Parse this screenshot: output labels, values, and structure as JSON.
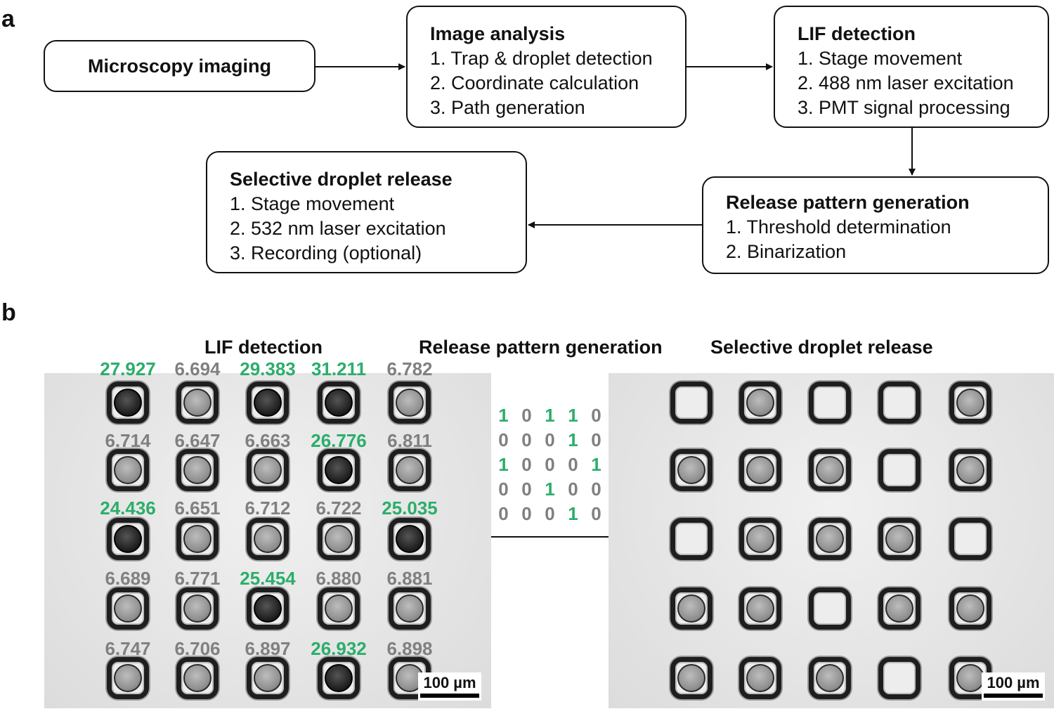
{
  "panel_a": {
    "label": "a",
    "microscopy": {
      "title": "Microscopy imaging"
    },
    "image_analysis": {
      "title": "Image analysis",
      "steps": [
        "1. Trap & droplet detection",
        "2. Coordinate calculation",
        "3. Path generation"
      ]
    },
    "lif_detection": {
      "title": "LIF detection",
      "steps": [
        "1. Stage movement",
        "2. 488 nm laser excitation",
        "3. PMT signal processing"
      ]
    },
    "release_pattern": {
      "title": "Release pattern generation",
      "steps": [
        "1. Threshold determination",
        "2. Binarization"
      ]
    },
    "selective_release": {
      "title": "Selective droplet release",
      "steps": [
        "1. Stage movement",
        "2. 532 nm laser excitation",
        "3. Recording (optional)"
      ]
    }
  },
  "panel_b": {
    "label": "b",
    "lif_title": "LIF detection",
    "pattern_title": "Release pattern generation",
    "release_title": "Selective droplet release",
    "lif_values": [
      [
        "27.927",
        "6.694",
        "29.383",
        "31.211",
        "6.782"
      ],
      [
        "6.714",
        "6.647",
        "6.663",
        "26.776",
        "6.811"
      ],
      [
        "24.436",
        "6.651",
        "6.712",
        "6.722",
        "25.035"
      ],
      [
        "6.689",
        "6.771",
        "25.454",
        "6.880",
        "6.881"
      ],
      [
        "6.747",
        "6.706",
        "6.897",
        "26.932",
        "6.898"
      ]
    ],
    "binary_pattern": [
      [
        "1",
        "0",
        "1",
        "1",
        "0"
      ],
      [
        "0",
        "0",
        "0",
        "1",
        "0"
      ],
      [
        "1",
        "0",
        "0",
        "0",
        "1"
      ],
      [
        "0",
        "0",
        "1",
        "0",
        "0"
      ],
      [
        "0",
        "0",
        "0",
        "1",
        "0"
      ]
    ],
    "scale_bar_left": "100 µm",
    "scale_bar_right": "100 µm",
    "colors": {
      "high_signal": "#2bae6b",
      "low_signal": "#808080"
    }
  }
}
